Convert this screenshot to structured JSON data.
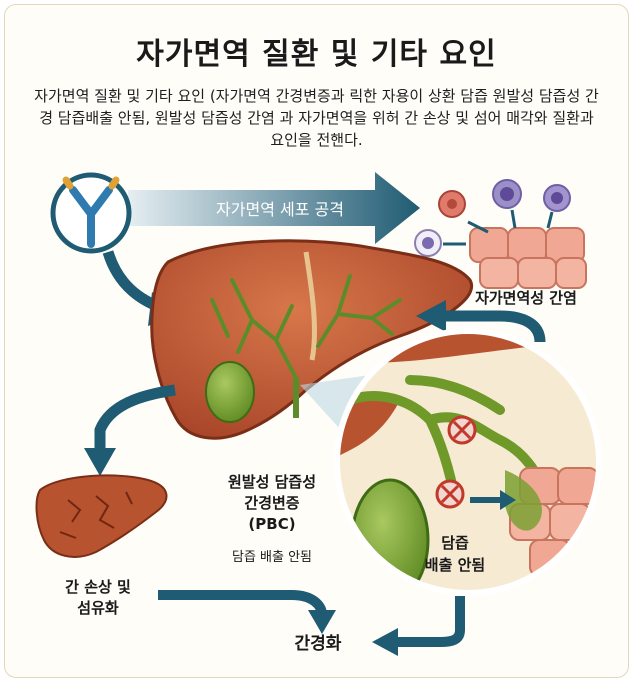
{
  "title": "자가면역 질환 및 기타 요인",
  "subtitle": "자가면역 질환 및 기타 요인 (자가면역 간경변증과 릭한 자용이 상환 담즙 원발성 담즙성 간경 담즙배출 안됨, 원발성 담즙성 간염 과 자가면역을 위허 간 손상 및 섬어 매각와 질환과 요인을 전핸다.",
  "labels": {
    "immune_attack": "자가면역 세포 공격",
    "autoimmune_hepatitis": "자가면역성 간염",
    "pbc_line1": "원발성 담즙성",
    "pbc_line2": "간경변증",
    "pbc_line3": "(PBC)",
    "pbc_note": "담즙 배출 안됨",
    "bile_line1": "담즙",
    "bile_line2": "배출 안됨",
    "damage_line1": "간 손상 및",
    "damage_line2": "섬유화",
    "cirrhosis": "간경화"
  },
  "colors": {
    "liver": "#b8532f",
    "liver_light": "#d7774a",
    "arrow_blue": "#1f5b73",
    "bile_green": "#6f9a2a",
    "cell_pink": "#f0a894",
    "blocked_red": "#c0392b"
  },
  "icons": [
    "antibody-icon",
    "immune-cell-icon",
    "blocked-duct-icon"
  ]
}
